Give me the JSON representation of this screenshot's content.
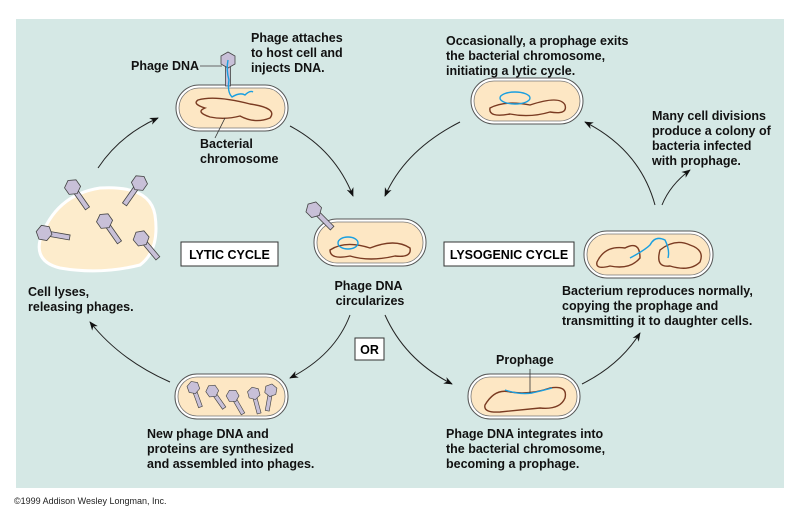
{
  "colors": {
    "background": "#d5e8e5",
    "cell_fill": "#fde7c4",
    "phage_dna": "#1a9fe0",
    "bacterial_chromosome": "#7a3b22",
    "phage": "#c8c0d8"
  },
  "labels": {
    "attach": [
      "Phage attaches",
      "to host cell and",
      "injects DNA."
    ],
    "phage_dna": "Phage DNA",
    "bacterial_chromosome": [
      "Bacterial",
      "chromosome"
    ],
    "prophage_exits": [
      "Occasionally, a prophage exits",
      "the bacterial chromosome,",
      "initiating a lytic cycle."
    ],
    "colony": [
      "Many cell divisions",
      "produce a colony of",
      "bacteria infected",
      "with prophage."
    ],
    "lytic_cycle": "LYTIC CYCLE",
    "lysogenic_cycle": "LYSOGENIC CYCLE",
    "circularizes": [
      "Phage DNA",
      "circularizes"
    ],
    "or": "OR",
    "lyses": [
      "Cell lyses,",
      "releasing phages."
    ],
    "reproduces": [
      "Bacterium reproduces normally,",
      "copying the prophage and",
      "transmitting it to daughter cells."
    ],
    "prophage": "Prophage",
    "synthesized": [
      "New phage DNA and",
      "proteins are synthesized",
      "and assembled into phages."
    ],
    "integrates": [
      "Phage DNA integrates into",
      "the bacterial chromosome,",
      "becoming a prophage."
    ]
  },
  "copyright": "©1999 Addison Wesley Longman, Inc."
}
